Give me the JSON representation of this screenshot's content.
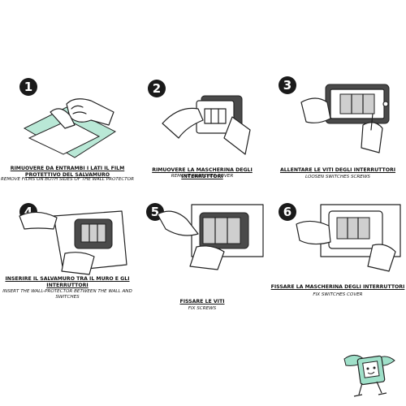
{
  "steps": [
    {
      "number": "1",
      "title": "RIMUOVERE DA ENTRAMBI I LATI IL FILM PROTETTIVO DEL SALVAMURO",
      "subtitle": "REMOVE FILMS ON BOTH SIDES OF THE WALL PROTECTOR"
    },
    {
      "number": "2",
      "title": "RIMUOVERE LA MASCHERINA DEGLI INTERRUTTORI",
      "subtitle": "REMOVE SWITCHES COVER"
    },
    {
      "number": "3",
      "title": "ALLENTARE LE VITI DEGLI INTERRUTTORI",
      "subtitle": "LOOSEN SWITCHES SCREWS"
    },
    {
      "number": "4",
      "title": "INSERIRE IL SALVAMURO TRA IL MURO E GLI INTERRUTTORI",
      "subtitle": "INSERT THE WALL-PROTECTOR BETWEEN THE WALL AND SWITCHES"
    },
    {
      "number": "5",
      "title": "FISSARE LE VITI",
      "subtitle": "FIX SCREWS"
    },
    {
      "number": "6",
      "title": "FISSARE LA MASCHERINA DEGLI INTERRUTTORI",
      "subtitle": "FIX SWITCHES COVER"
    }
  ],
  "colors": {
    "film": "#b9e8d6",
    "plate": "#4a4a4a",
    "mascot": "#9fe0c9"
  },
  "mascot_icon": "wall-protector-mascot-icon"
}
